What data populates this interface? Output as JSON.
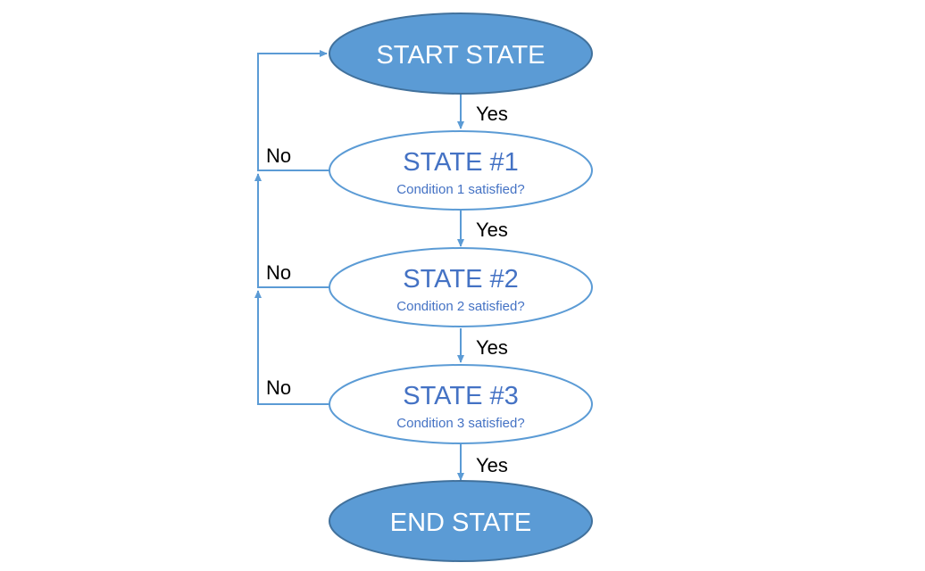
{
  "colors": {
    "accent": "#5b9bd5",
    "stroke": "#41719c",
    "node_text": "#4472c4",
    "filled_text": "#ffffff",
    "label_text": "#000000"
  },
  "nodes": {
    "start": {
      "title": "START STATE"
    },
    "state1": {
      "title": "STATE #1",
      "condition": "Condition 1 satisfied?"
    },
    "state2": {
      "title": "STATE #2",
      "condition": "Condition 2 satisfied?"
    },
    "state3": {
      "title": "STATE #3",
      "condition": "Condition 3 satisfied?"
    },
    "end": {
      "title": "END STATE"
    }
  },
  "edges": {
    "start_to_1": "Yes",
    "s1_to_s2": "Yes",
    "s2_to_s3": "Yes",
    "s3_to_end": "Yes",
    "s1_no": "No",
    "s2_no": "No",
    "s3_no": "No"
  }
}
